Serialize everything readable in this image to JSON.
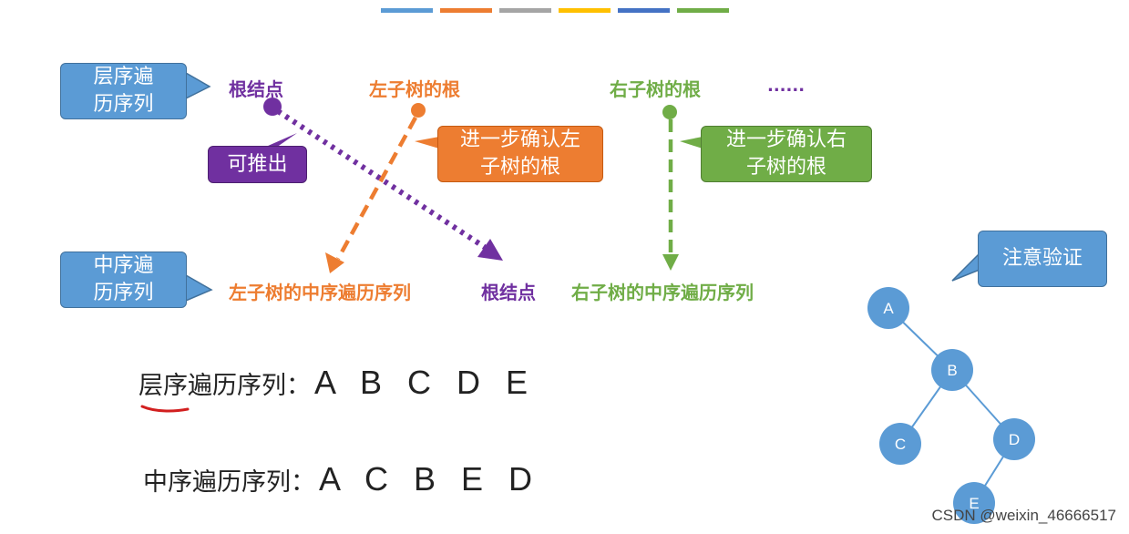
{
  "colors": {
    "blue": "#5b9bd5",
    "orange": "#ed7d31",
    "green": "#70ad47",
    "purple": "#7030a0",
    "node": "#5b9bd5"
  },
  "top_bar_colors": [
    "#5b9bd5",
    "#ed7d31",
    "#a5a5a5",
    "#ffc000",
    "#4472c4",
    "#70ad47"
  ],
  "callouts": {
    "level_order": [
      "层序遍",
      "历序列"
    ],
    "in_order": [
      "中序遍",
      "历序列"
    ],
    "can_infer": "可推出",
    "confirm_left": [
      "进一步确认左",
      "子树的根"
    ],
    "confirm_right": [
      "进一步确认右",
      "子树的根"
    ],
    "verify": "注意验证"
  },
  "labels": {
    "root_top": "根结点",
    "left_root": "左子树的根",
    "right_root": "右子树的根",
    "ellipsis": "......",
    "left_inorder": "左子树的中序遍历序列",
    "root_bottom": "根结点",
    "right_inorder": "右子树的中序遍历序列"
  },
  "sequences": {
    "level": {
      "label": "层序遍历序列：",
      "value": "A B C D E"
    },
    "inorder": {
      "label": "中序遍历序列：",
      "value": "A C B E D"
    }
  },
  "tree": {
    "nodes": [
      "A",
      "B",
      "C",
      "D",
      "E"
    ],
    "edges": [
      [
        "A",
        "B"
      ],
      [
        "B",
        "C"
      ],
      [
        "B",
        "D"
      ],
      [
        "D",
        "E"
      ]
    ]
  },
  "watermark": "CSDN @weixin_46666517"
}
